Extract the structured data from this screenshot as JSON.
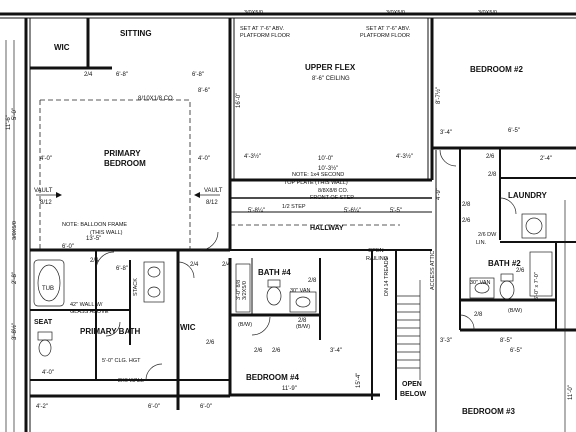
{
  "rooms": {
    "wic_top": "WIC",
    "sitting": "SITTING",
    "upper_flex": "UPPER FLEX",
    "upper_flex_ceiling": "8'-6\" CEILING",
    "bedroom2": "BEDROOM #2",
    "primary_bedroom_1": "PRIMARY",
    "primary_bedroom_2": "BEDROOM",
    "laundry": "LAUNDRY",
    "hallway": "HALLWAY",
    "bath4": "BATH #4",
    "bath2": "BATH #2",
    "tub": "TUB",
    "primary_bath": "PRIMARY BATH",
    "seat": "SEAT",
    "wic_lower": "WIC",
    "bedroom4": "BEDROOM #4",
    "bedroom3": "BEDROOM #3",
    "open_below_1": "OPEN",
    "open_below_2": "BELOW",
    "access_attic": "ACCESS ATTIC",
    "open_railing_1": "OPEN",
    "open_railing_2": "RAILING"
  },
  "notes": {
    "set_left_1": "SET AT 7'-6\" ABV.",
    "set_left_2": "PLATFORM FLOOR",
    "set_right_1": "SET AT 7'-6\" ABV.",
    "set_right_2": "PLATFORM FLOOR",
    "second_top_1": "NOTE: 1x4 SECOND",
    "second_top_2": "TOP PLATE (THIS WALL)",
    "balloon_1": "NOTE: BALLOON FRAME",
    "balloon_2": "(THIS WALL)",
    "co_primary": "8/10X1/8 CO.",
    "co_front": "8/8X8/8 CO.",
    "front_step": "FRONT OF STEP",
    "vault_left": "VAULT",
    "vault_left_val": "8/12",
    "vault_right": "VAULT",
    "vault_right_val": "8/12",
    "glass_1": "42\" WALL W/",
    "glass_2": "GLASS ABOVE",
    "clg_hgt": "5'-0\" CLG. HGT",
    "wall_26": "2X6 WALL",
    "dn_treads": "DN 14 TREADS",
    "stack": "STACK",
    "van_left": "30\" VAN",
    "van_right": "30\" VAN",
    "lin": "LIN.",
    "dw": "2/6 DW",
    "dim_3_0": "3'-0\" 8/8",
    "dim_6_0": "6'-0\" x 7'-0\"",
    "d_11_6": "11'-6\"",
    "d_10_0": "10'-0\""
  },
  "dims": {
    "d1": "3/0X5/0",
    "d2": "3/0X5/0",
    "d3": "3/0X5/0",
    "d4": "6'-8\"",
    "d5": "6'-8\"",
    "d6": "2/4",
    "d7": "4'-0\"",
    "d8": "4'-0\"",
    "d9": "4'-3½\"",
    "d10": "10'-3½\"",
    "d11": "4'-3½\"",
    "d12": "16'-0\"",
    "d13": "13'-5\"",
    "d14": "5'-8¼\"",
    "d15": "1/2 STEP",
    "d16": "5'-6¼\"",
    "d17": "5'-5\"",
    "d18": "6'-5\"",
    "d19": "3'-4\"",
    "d20": "6'-0\"",
    "d21": "2/8",
    "d22": "2/6",
    "d23": "2/6",
    "d24": "2/8",
    "d25": "2/4",
    "d26": "2/4",
    "d27": "3/2X5/0",
    "d28": "2/8",
    "d29": "6'-0\"",
    "d30": "6'-0\"",
    "d31": "4'-2\"",
    "d32": "3'-3\"",
    "d33": "3'-4\"",
    "d34": "8'-5\"",
    "d35": "6'-5\"",
    "d36": "11'-9\"",
    "d37": "2/6",
    "d38": "2/6",
    "d39": "2/8",
    "d40": "(B/W)",
    "d41": "(B/W)",
    "d42": "(B/W)",
    "d43": "2/8",
    "d44": "2/6",
    "d45": "6'-8\"",
    "d46": "3'-8½\"",
    "d47": "2'-8\"",
    "d48": "2/4",
    "d49": "4'-0\"",
    "d50": "3/0X5/0",
    "d51": "5'-0\"",
    "d52": "8'-6\"",
    "d53": "15'-4\"",
    "d54": "11'-0\"",
    "d55": "8'-7½\"",
    "d56": "4'-9\"",
    "d57": "2'-4\"",
    "d58": "2/6"
  }
}
